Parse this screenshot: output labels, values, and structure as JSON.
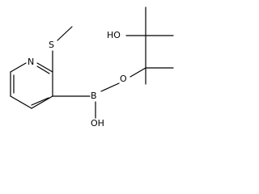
{
  "molecule": {
    "atom_labels": {
      "sulfur": "S",
      "nitrogen": "N",
      "boron": "B",
      "ether_oxygen": "O",
      "boron_hydroxyl": "OH",
      "alcohol": "HO"
    }
  }
}
